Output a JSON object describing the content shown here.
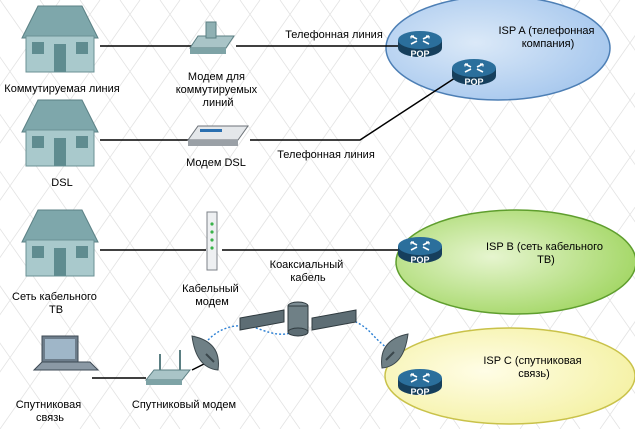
{
  "devices": {
    "dialup_house": "Коммутируемая линия",
    "dialup_modem": [
      "Модем для",
      "коммутируемых",
      "линий"
    ],
    "dsl_house": "DSL",
    "dsl_modem": "Модем DSL",
    "cable_house": [
      "Сеть кабельного",
      "ТВ"
    ],
    "cable_modem": [
      "Кабельный",
      "модем"
    ],
    "sat_laptop": [
      "Спутниковая",
      "связь"
    ],
    "sat_modem": "Спутниковый модем"
  },
  "links": {
    "phone_line_top": "Телефонная линия",
    "phone_line_dsl": "Телефонная линия",
    "coax": [
      "Коаксиальный",
      "кабель"
    ]
  },
  "isps": {
    "a": [
      "ISP A (телефонная",
      "компания)"
    ],
    "b": [
      "ISP B (сеть кабельного",
      "ТВ)"
    ],
    "c": [
      "ISP C (спутниковая",
      "связь)"
    ]
  },
  "pop_label": "POP",
  "colors": {
    "isp_a": "#a9c9ee",
    "isp_b": "#a6d86a",
    "isp_c": "#f5f2a8",
    "router": "#1f5c85",
    "house": "#8db3b7",
    "wave": "#2a7fd4"
  }
}
